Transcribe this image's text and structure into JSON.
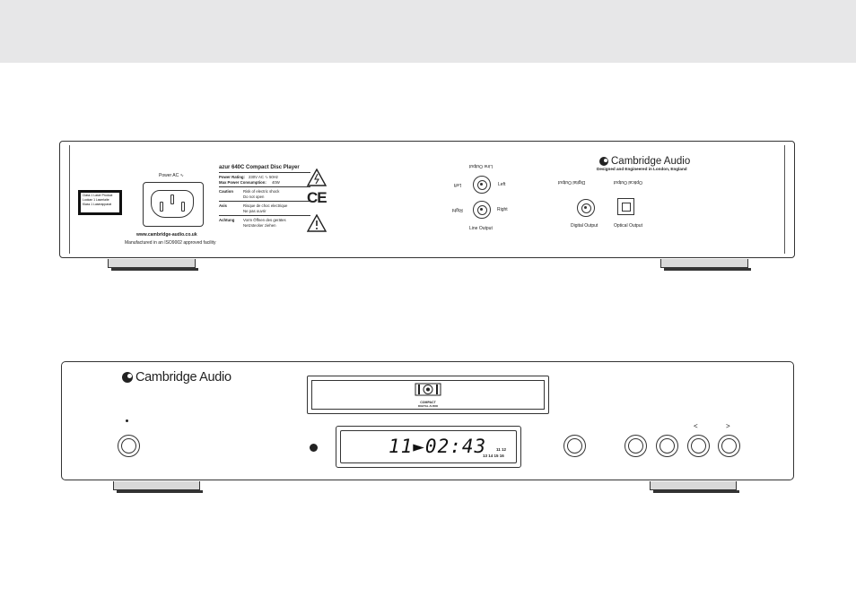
{
  "rear_panel": {
    "laser_label": [
      "Class 1 Laser Product",
      "Luokan 1 Laserlaite",
      "Klass 1 Laserapparat"
    ],
    "power_label": "Power AC ∿",
    "website": "www.cambridge-audio.co.uk",
    "iso_note": "Manufactured in an ISO9002 approved facility",
    "spec_title": "azur 640C Compact Disc Player",
    "power_rating_label": "Power Rating:",
    "power_rating_value": "230V AC ∿ 50Hz",
    "max_power_label": "Max Power Consumption:",
    "max_power_value": "40W",
    "caution_label": "Caution",
    "caution_text_1": "Risk of electric shock",
    "caution_text_2": "Do not open",
    "avis_label": "Avis",
    "avis_text_1": "Risque de choc electrique",
    "avis_text_2": "Ne pas ouvrir",
    "achtung_label": "Achtung",
    "achtung_text_1": "Vorm Öffnen des gerätes",
    "achtung_text_2": "Netzstecker ziehen",
    "ce_mark": "CE",
    "line_output_upside": "Line Output",
    "left_upside": "Left",
    "right_upside": "Right",
    "left": "Left",
    "right": "Right",
    "line_output": "Line Output",
    "digital_output_upside": "Digital Output",
    "optical_output_upside": "Optical Output",
    "digital_output": "Digital Output",
    "optical_output": "Optical Output",
    "brand": "Cambridge Audio",
    "brand_tagline": "Designed and Engineered in London, England"
  },
  "front_panel": {
    "brand": "Cambridge Audio",
    "disc_logo_line1": "COMPACT",
    "disc_logo_line2": "DIGITAL AUDIO",
    "display_text": "11►02:43",
    "tracks_row1": "11  12",
    "tracks_row2": "13  14  15  16",
    "skip_back": "<",
    "skip_fwd": ">"
  }
}
